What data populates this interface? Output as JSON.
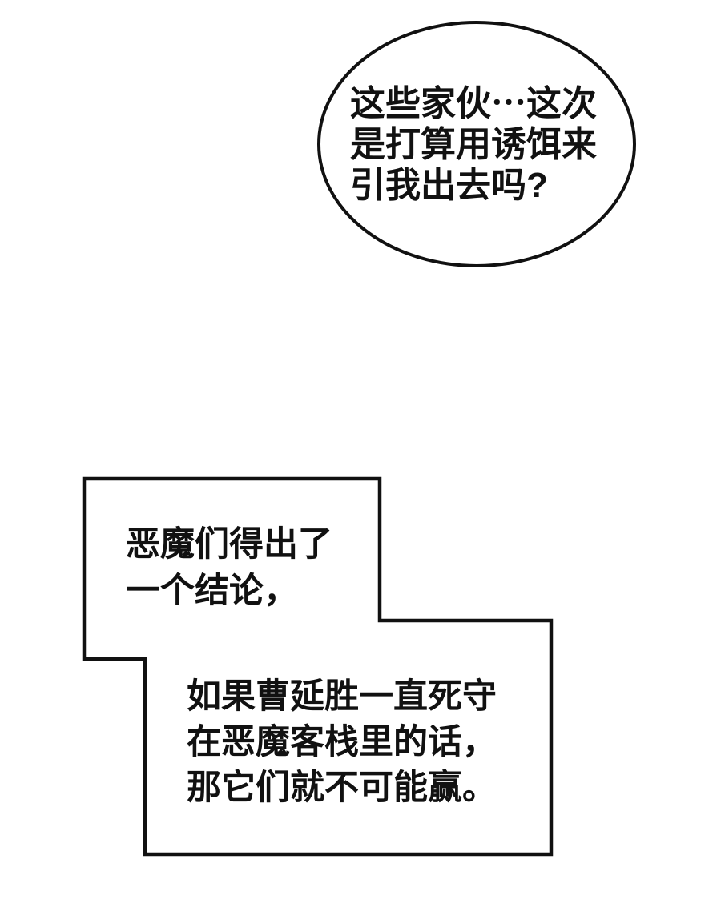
{
  "colors": {
    "paper": "#ffffff",
    "ink": "#111111",
    "shape_fill": "#ffffff"
  },
  "speech_bubble": {
    "text": "这些家伙⋯这次\n是打算用诱饵来\n引我出去吗?"
  },
  "narration_box": {
    "paragraph_1": "恶魔们得出了\n一个结论，",
    "paragraph_2": "如果曹延胜一直死守\n在恶魔客栈里的话，\n那它们就不可能赢。"
  }
}
